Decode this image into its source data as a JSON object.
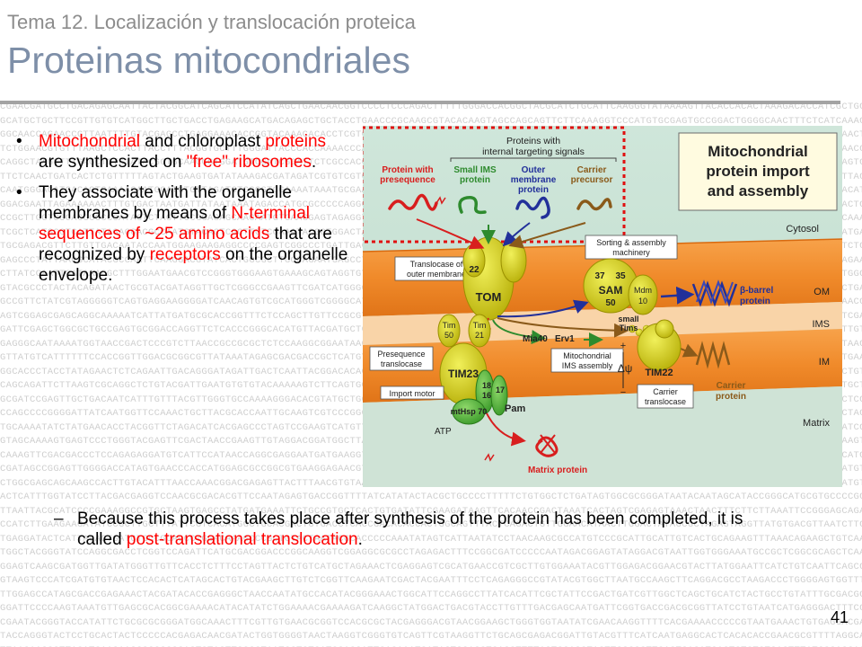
{
  "header": {
    "subtitle": "Tema 12. Localización y translocación proteica",
    "title": "Proteinas mitocondriales"
  },
  "bullets": [
    {
      "parts": [
        {
          "t": "Mitochondrial",
          "red": true
        },
        {
          "t": " and chloroplast ",
          "red": false
        },
        {
          "t": "proteins",
          "red": true
        },
        {
          "t": " are synthesized on ",
          "red": false
        },
        {
          "t": "\"free\" ribosomes",
          "red": true
        },
        {
          "t": ".",
          "red": false
        }
      ]
    },
    {
      "parts": [
        {
          "t": "They associate with the organelle membranes by means of ",
          "red": false
        },
        {
          "t": "N-terminal sequences of ~25 amino acids",
          "red": true
        },
        {
          "t": " that are recognized by ",
          "red": false
        },
        {
          "t": "receptors",
          "red": true
        },
        {
          "t": " on the organelle envelope.",
          "red": false
        }
      ]
    }
  ],
  "sub_bullet": {
    "dash": "–",
    "parts": [
      {
        "t": "Because this process takes place after synthesis of the protein has been completed, it is called ",
        "red": false
      },
      {
        "t": "post-translational translocation",
        "red": true
      },
      {
        "t": ".",
        "red": false
      }
    ]
  },
  "page_number": "41",
  "diagram": {
    "title_line1": "Mitochondrial",
    "title_line2": "protein import",
    "title_line3": "and assembly",
    "signals_line1": "Proteins with",
    "signals_line2": "internal targeting signals",
    "protein_presequence_1": "Protein with",
    "protein_presequence_2": "presequence",
    "small_ims_1": "Small IMS",
    "small_ims_2": "protein",
    "outer_membrane_1": "Outer",
    "outer_membrane_2": "membrane",
    "outer_membrane_3": "protein",
    "carrier_precursor_1": "Carrier",
    "carrier_precursor_2": "precursor",
    "cytosol": "Cytosol",
    "om": "OM",
    "ims": "IMS",
    "im": "IM",
    "matrix": "Matrix",
    "sorting_1": "Sorting & assembly",
    "sorting_2": "machinery",
    "translocase_outer_1": "Translocase of",
    "translocase_outer_2": "outer membrane",
    "tom": "TOM",
    "tom22": "22",
    "sam": "SAM",
    "sam37": "37",
    "sam35": "35",
    "sam50": "50",
    "mdm": "Mdm",
    "mdm10": "10",
    "beta_barrel_1": "β-barrel",
    "beta_barrel_2": "protein",
    "small_tims_1": "small",
    "small_tims_2": "Tims",
    "mia40": "Mia40",
    "erv1": "Erv1",
    "mito_ims_1": "Mitochondrial",
    "mito_ims_2": "IMS assembly",
    "tim50_1": "Tim",
    "tim50_2": "50",
    "tim21_1": "Tim",
    "tim21_2": "21",
    "presequence_trans_1": "Presequence",
    "presequence_trans_2": "translocase",
    "tim23": "TIM23",
    "tim22": "TIM22",
    "import_motor": "Import motor",
    "pam18": "18",
    "pam16": "16",
    "pam17": "17",
    "pam": "Pam",
    "mthsp70": "mtHsp 70",
    "atp": "ATP",
    "carrier_trans_1": "Carrier",
    "carrier_trans_2": "translocase",
    "carrier_protein_1": "Carrier",
    "carrier_protein_2": "protein",
    "delta_psi": "Δψ",
    "plus": "+",
    "minus": "−",
    "matrix_protein": "Matrix protein"
  }
}
